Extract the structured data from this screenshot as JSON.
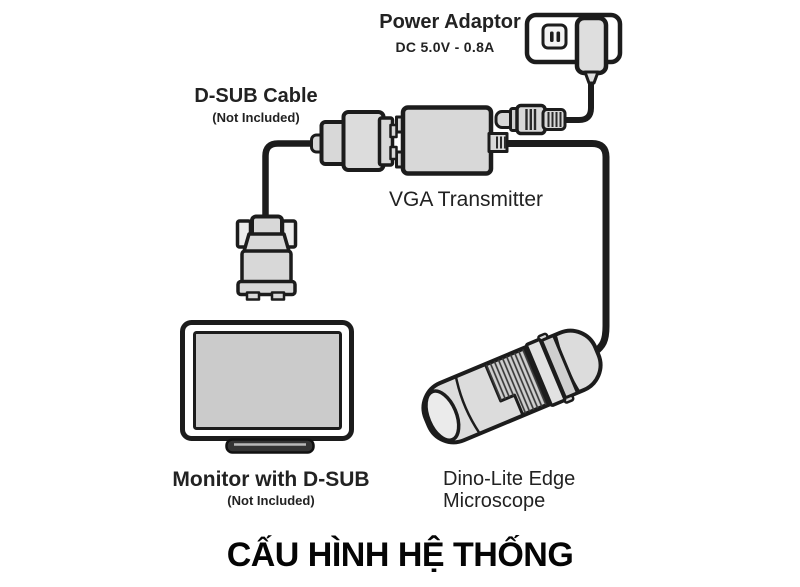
{
  "title": "CẤU HÌNH HỆ THỐNG",
  "power_adaptor": {
    "label": "Power Adaptor",
    "spec": "DC 5.0V - 0.8A"
  },
  "dsub_cable": {
    "label": "D-SUB Cable",
    "note": "(Not Included)"
  },
  "vga_transmitter": {
    "label": "VGA Transmitter"
  },
  "monitor": {
    "label": "Monitor with D-SUB",
    "note": "(Not Included)"
  },
  "microscope": {
    "label_line1": "Dino-Lite Edge",
    "label_line2": "Microscope"
  },
  "icons": {
    "power_adaptor": "wall-outlet-adaptor-icon",
    "dc_plug": "dc-barrel-plug-icon",
    "vga_transmitter": "vga-transmitter-box-icon",
    "vga_connector": "vga-connector-male-icon",
    "dsub_connector": "dsub-connector-icon",
    "monitor": "monitor-icon",
    "microscope": "handheld-microscope-icon"
  },
  "colors": {
    "outline": "#1c1c1c",
    "device_fill": "#d8d8d8",
    "screen_fill": "#cbcbcb",
    "background": "#ffffff",
    "label_text": "#222222",
    "title_text": "#050505"
  }
}
